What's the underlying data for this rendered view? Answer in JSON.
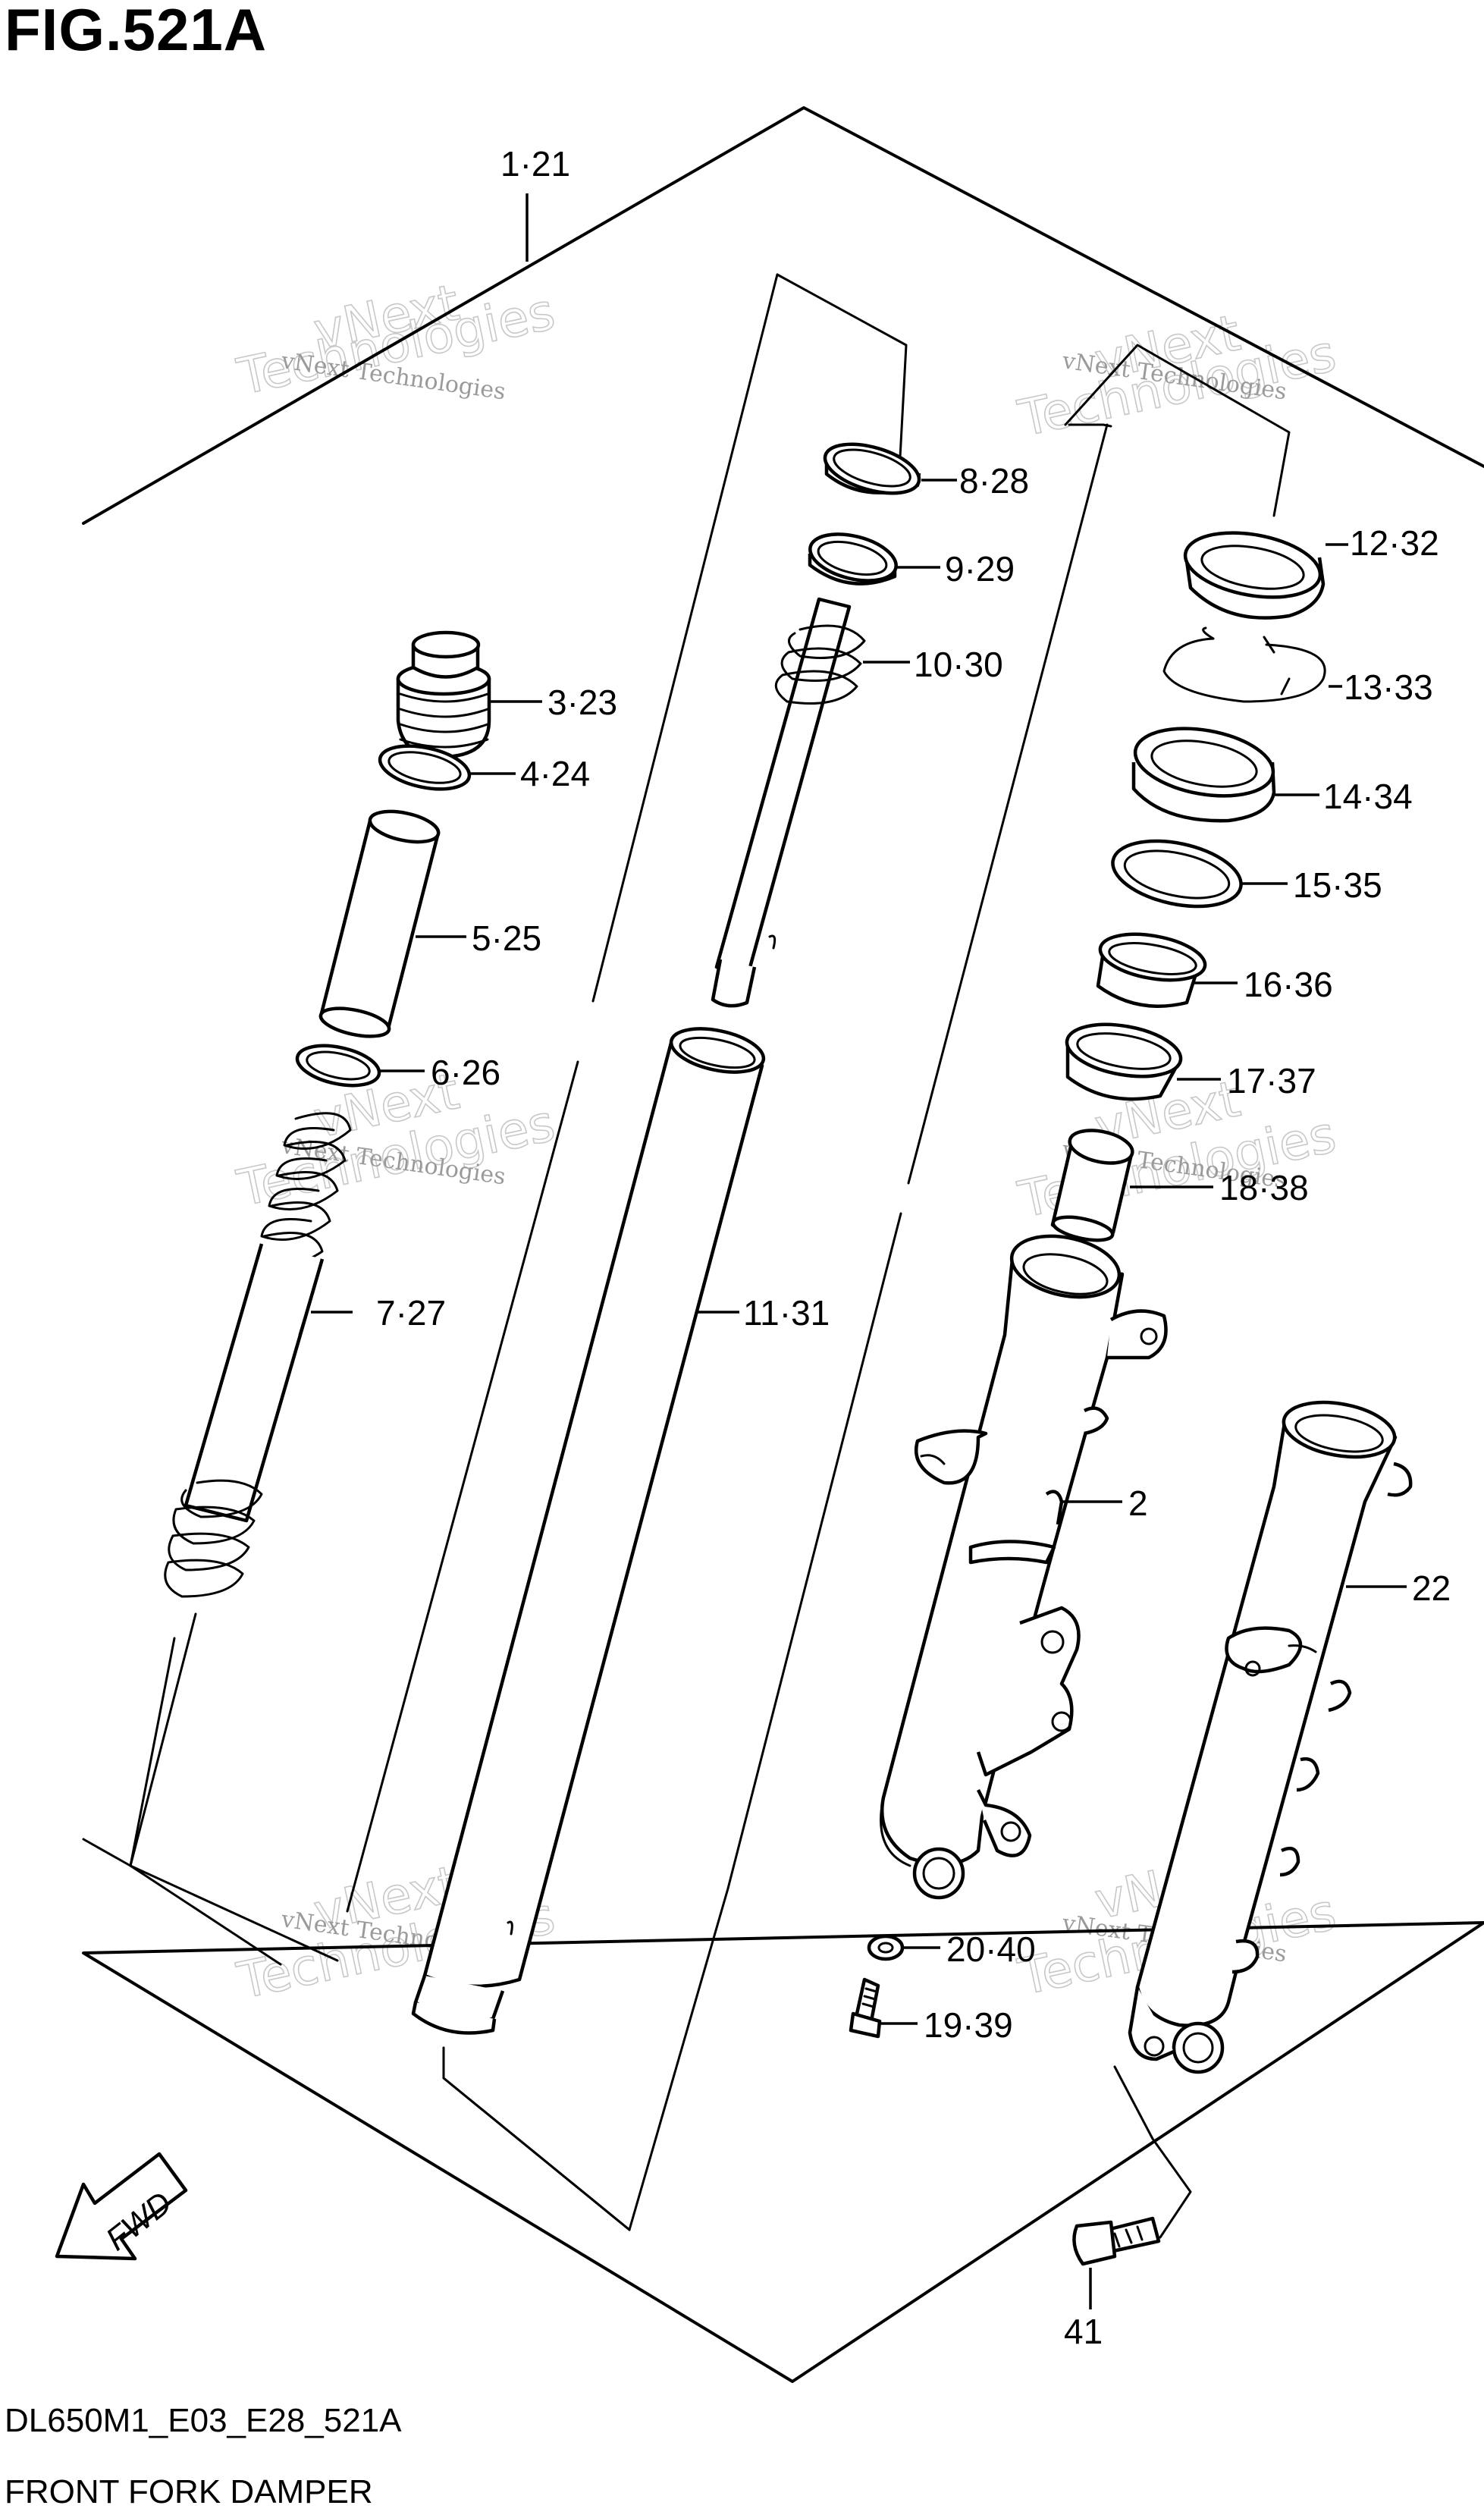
{
  "figure_title": "FIG.521A",
  "footer": {
    "model_code": "DL650M1_E03_E28_521A",
    "section_name": "FRONT FORK DAMPER"
  },
  "fwd_arrow_label": "FWD",
  "watermark": {
    "small_text": "vNext Technologies",
    "big_line1": "vNext",
    "big_line2": "Technologies"
  },
  "callouts": {
    "c1_21": "1·21",
    "c2": "2",
    "c3_23": "3·23",
    "c4_24": "4·24",
    "c5_25": "5·25",
    "c6_26": "6·26",
    "c7_27": "7·27",
    "c8_28": "8·28",
    "c9_29": "9·29",
    "c10_30": "10·30",
    "c11_31": "11·31",
    "c12_32": "12·32",
    "c13_33": "13·33",
    "c14_34": "14·34",
    "c15_35": "15·35",
    "c16_36": "16·36",
    "c17_37": "17·37",
    "c18_38": "18·38",
    "c19_39": "19·39",
    "c20_40": "20·40",
    "c22": "22",
    "c41": "41"
  }
}
